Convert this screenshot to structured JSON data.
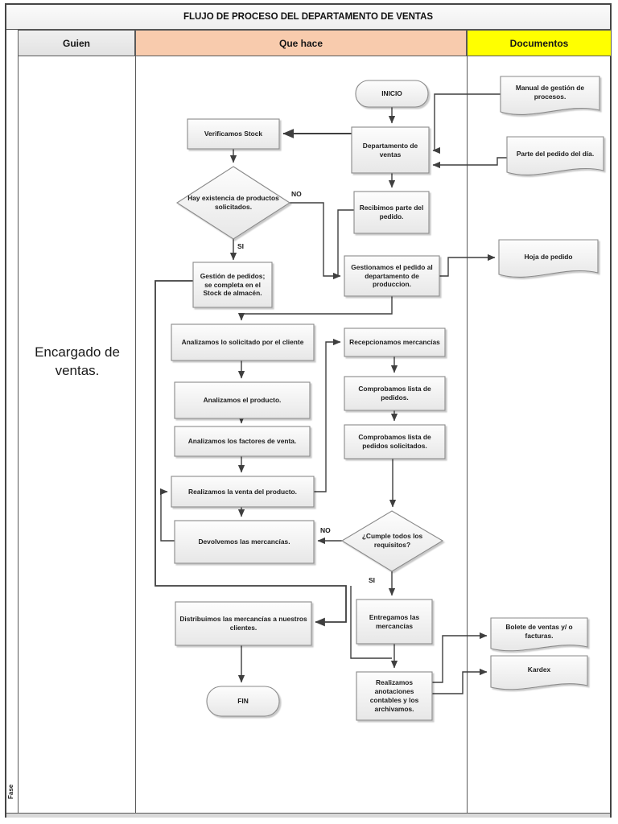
{
  "title": "FLUJO DE PROCESO DEL DEPARTAMENTO DE VENTAS",
  "headers": {
    "guien": "Guien",
    "que_hace": "Que hace",
    "documentos": "Documentos"
  },
  "lane": {
    "actor": "Encargado de ventas.",
    "fase": "Fase"
  },
  "colors": {
    "guien_header": "#e9e9e9",
    "que_hace_header": "#f8cbad",
    "documentos_header": "#ffff00",
    "shape_fill_top": "#fdfdfd",
    "shape_fill_bottom": "#e7e7e7",
    "shape_border": "#8a8a8a",
    "connector": "#3f3f3f"
  },
  "nodes": {
    "inicio": "INICIO",
    "departamento": "Departamento de ventas",
    "manual": "Manual de gestión de procesos.",
    "parte": "Parte del pedido del día.",
    "verificamos": "Verificamos Stock",
    "recibimos": "Recibimos parte del pedido.",
    "existencia": "Hay existencia de productos solicitados.",
    "gestion": "Gestión de pedidos; se completa en el Stock de almacén.",
    "gestionamos": "Gestionamos el pedido al departamento de produccion.",
    "hoja": "Hoja de pedido",
    "analizamos_solicitado": "Analizamos lo solicitado por el cliente",
    "analizamos_producto": "Analizamos el producto.",
    "analizamos_factores": "Analizamos los factores de venta.",
    "realizamos_venta": "Realizamos la venta del producto.",
    "devolvemos": "Devolvemos las mercancías.",
    "recepcionamos": "Recepcionamos mercancías",
    "comprobamos_lista": "Comprobamos lista de pedidos.",
    "comprobamos_solicitados": "Comprobamos lista de pedidos solicitados.",
    "cumple": "¿Cumple todos los requisitos?",
    "entregamos": "Entregamos las mercancías",
    "realizamos_anotaciones": "Realizamos anotaciones contables y los archivamos.",
    "distribuimos": "Distribuimos las mercancías a nuestros clientes.",
    "fin": "FIN",
    "bolete": "Bolete de ventas y/ o facturas.",
    "kardex": "Kardex"
  },
  "edge_labels": {
    "no_existencia": "NO",
    "si_existencia": "SI",
    "no_cumple": "NO",
    "si_cumple": "SI"
  }
}
